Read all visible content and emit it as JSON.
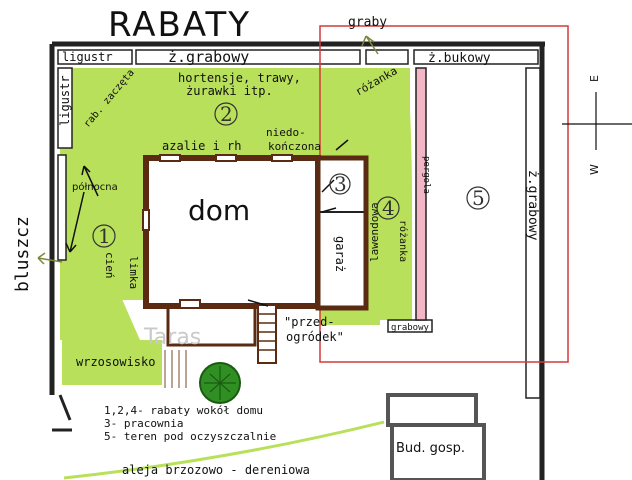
{
  "title": "RABATY",
  "labels": {
    "grab_top": "graby",
    "ligustr_top": "ligustr",
    "grabowy_top": "ż.grabowy",
    "bukowy": "ż.bukowy",
    "ligustr_side": "ligustr",
    "rab_zaczeta": "rab. zaczęta",
    "hortensje_line1": "hortensje, trawy,",
    "hortensje_line2": "żurawki itp.",
    "rozanka_top": "różanka",
    "niedokonczona_line1": "niedo-",
    "niedokonczona_line2": "kończona",
    "azalie": "azalie i rh",
    "dom": "dom",
    "polnocna": "północna",
    "bluszcz": "bluszcz",
    "limka": "limka",
    "cien": "cień",
    "lawendowa": "lawendowa",
    "rozanka_side": "różanka",
    "garaz": "garaż",
    "grabowy_small": "grabowy",
    "grabowy_right": "ż.grabowy",
    "pergola": "pergola",
    "taras": "Taras",
    "przedogrodek_line1": "\"przed-",
    "przedogrodek_line2": "ogródek\"",
    "wrzosowisko": "wrzosowisko",
    "legend_line1": "1,2,4- rabaty wokół domu",
    "legend_line2": "3- pracownia",
    "legend_line3": "5- teren pod oczyszczalnie",
    "aleja": "aleja brzozowo - dereniowa",
    "bud_gosp": "Bud. gosp.",
    "compass_e": "E",
    "compass_w": "W"
  },
  "zone_numbers": [
    "1",
    "2",
    "3",
    "4",
    "5"
  ],
  "colors": {
    "bed": "#b9e05a",
    "wall": "#5a2a12",
    "fence": "#222222",
    "zone5": "#d23a3a",
    "rose_strip": "#f2b6c6",
    "tree": "#2f8f22",
    "arrow_bluszcz": "#7a8a3a"
  }
}
